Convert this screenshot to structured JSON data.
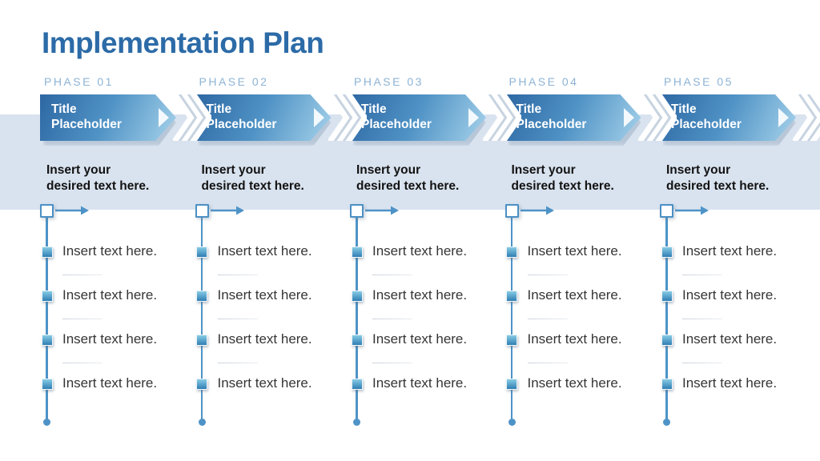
{
  "title": "Implementation Plan",
  "colors": {
    "title_blue": "#2c6ba7",
    "phase_label_blue": "#8db3d5",
    "band_blue": "#d9e3ef",
    "arrow_gradient_start": "#2d67a3",
    "arrow_gradient_end": "#a7d3eb",
    "timeline_blue": "#4e93c7"
  },
  "phases": [
    {
      "label": "PHASE 01",
      "arrow_title": {
        "line1": "Title",
        "line2": "Placeholder"
      },
      "description": {
        "line1": "Insert your",
        "line2": "desired text here."
      },
      "items": [
        "Insert text here.",
        "Insert text here.",
        "Insert text here.",
        "Insert text here."
      ]
    },
    {
      "label": "PHASE 02",
      "arrow_title": {
        "line1": "Title",
        "line2": "Placeholder"
      },
      "description": {
        "line1": "Insert your",
        "line2": "desired text here."
      },
      "items": [
        "Insert text here.",
        "Insert text here.",
        "Insert text here.",
        "Insert text here."
      ]
    },
    {
      "label": "PHASE 03",
      "arrow_title": {
        "line1": "Title",
        "line2": "Placeholder"
      },
      "description": {
        "line1": "Insert your",
        "line2": "desired text here."
      },
      "items": [
        "Insert text here.",
        "Insert text here.",
        "Insert text here.",
        "Insert text here."
      ]
    },
    {
      "label": "PHASE 04",
      "arrow_title": {
        "line1": "Title",
        "line2": "Placeholder"
      },
      "description": {
        "line1": "Insert your",
        "line2": "desired text here."
      },
      "items": [
        "Insert text here.",
        "Insert text here.",
        "Insert text here.",
        "Insert text here."
      ]
    },
    {
      "label": "PHASE 05",
      "arrow_title": {
        "line1": "Title",
        "line2": "Placeholder"
      },
      "description": {
        "line1": "Insert your",
        "line2": "desired text here."
      },
      "items": [
        "Insert text here.",
        "Insert text here.",
        "Insert text here.",
        "Insert text here."
      ]
    }
  ]
}
